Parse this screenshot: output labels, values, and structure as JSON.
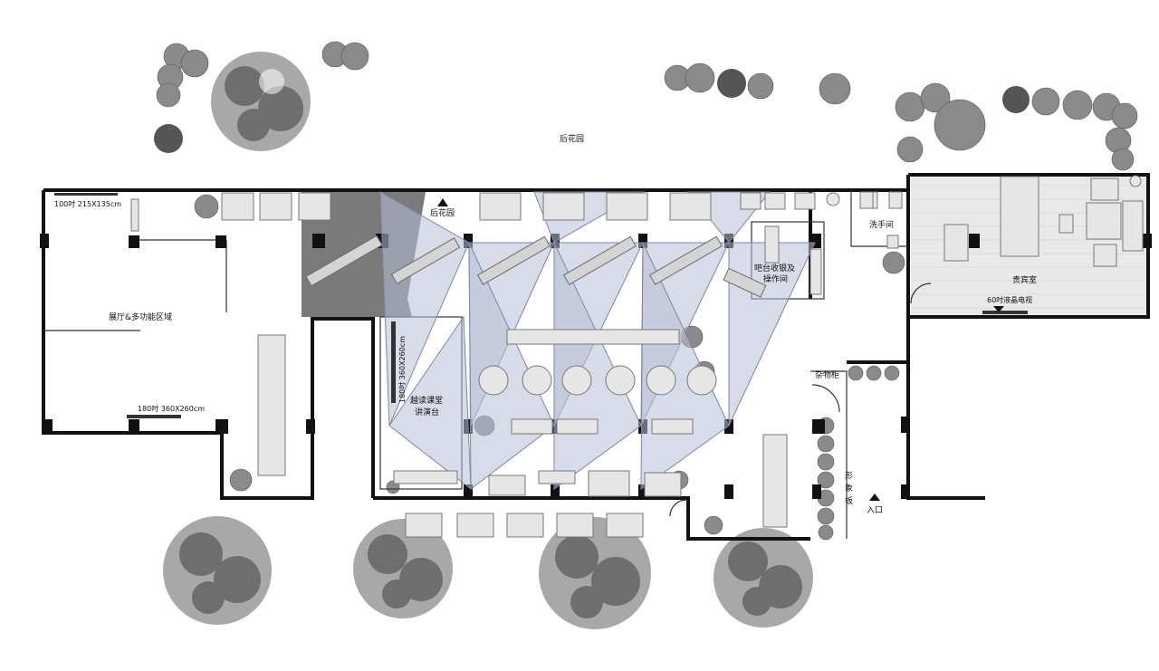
{
  "labels": {
    "back_garden_top": "后花园",
    "back_garden_door": "后花园",
    "exhibition": "展厅&多功能区域",
    "screen_top": "100吋 215X135cm",
    "screen_bottom": "180吋 360X260cm",
    "screen_vertical": "180吋 360X260cm",
    "lecture_line1": "越读课堂",
    "lecture_line2": "讲演台",
    "bar_line1": "吧台收银及",
    "bar_line2": "操作间",
    "washroom": "洗手间",
    "vip_room": "贵宾室",
    "tv": "60吋液晶电视",
    "storage": "杂物柜",
    "sign_1": "形",
    "sign_2": "象",
    "sign_3": "板",
    "entrance": "入口"
  },
  "colors": {
    "wall": "#111111",
    "furniture": "#e6e6e6",
    "sail": "#b8c0d6",
    "tree": "#6e6e6e"
  },
  "icons": {
    "entrance_marker": "triangle-up-icon",
    "garden_marker": "triangle-up-icon",
    "tv_marker": "triangle-down-icon"
  }
}
